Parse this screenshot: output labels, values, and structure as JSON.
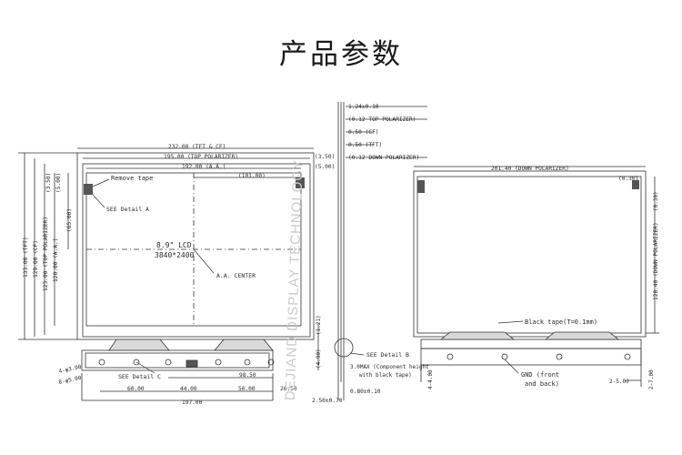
{
  "page_title": "产品参数",
  "watermark": "DEJIAND DISPLAY TECHNOLOGY",
  "front_view": {
    "dim_top_overall": "232.00 (TFT & CF)",
    "dim_top_polarizer": "195.00 (TOP POLARIZER)",
    "dim_aa": "192.00 (A.A.)",
    "dim_center": "(101.00)",
    "dim_right_1": "(3.50)",
    "dim_right_2": "(5.00)",
    "dim_left_1": "(3.50)",
    "dim_left_2": "(5.00)",
    "dim_left_65": "(65.00)",
    "dim_left_133": "133.00 (TFT)",
    "dim_left_129": "129.00 (CF)",
    "dim_left_123": "123.00 (TOP POLARIZER)",
    "dim_left_120": "120.00 (A.A.)",
    "remove_tape": "Remove tape",
    "see_detail_a": "SEE Detail A",
    "lcd_size": "8.9\" LCD",
    "resolution": "3840*2400",
    "aa_center": "A.A. CENTER",
    "dim_right_121": "(1.21)",
    "dim_right_490": "(4.90)",
    "hole_1": "4-φ3.00",
    "hole_2": "8-φ5.00",
    "see_detail_c": "SEE Detail C",
    "dim_98_50": "98.50",
    "dim_60": "60.00",
    "dim_44": "44.00",
    "dim_50": "50.00",
    "dim_26_50": "26.50",
    "dim_197": "197.00"
  },
  "side_view": {
    "t_total": "1.24±0.10",
    "t_top_pol": "(0.12 TOP POLARIZER)",
    "t_cf": "0.50 (CF)",
    "t_tft": "0.50 (TFT)",
    "t_down_pol": "(0.12 DOWN POLARIZER)",
    "see_detail_b": "SEE Detail B",
    "component_note_1": "3.0MAX (Component height",
    "component_note_2": "with black tape)",
    "dim_250": "2.50±0.70",
    "dim_080": "0.80±0.10"
  },
  "back_view": {
    "dim_201": "201.40 (DOWN POLARIZER)",
    "dim_030_top": "(0.30)",
    "dim_030_right": "(0.30)",
    "dim_128": "128.40 (DOWN POLARIZER)",
    "black_tape": "Black tape(T=0.1mm)",
    "gnd_1": "GND (front",
    "gnd_2": "and back)",
    "dim_4_400": "4-4.00",
    "dim_2_500": "2-5.00",
    "dim_2_700": "2-7.00"
  }
}
